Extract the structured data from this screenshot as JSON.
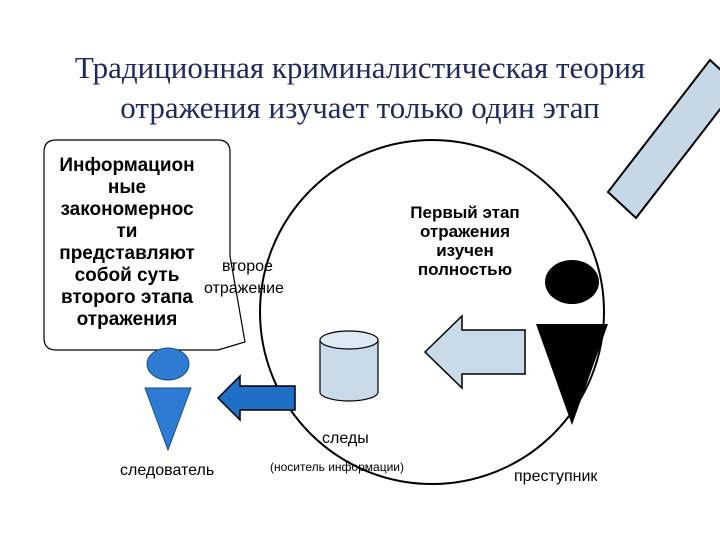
{
  "title": {
    "line1": "Традиционная криминалистическая теория",
    "line2": "отражения изучает только один этап"
  },
  "callout": {
    "lines": [
      "Информацион",
      "ные",
      "закономернос",
      "ти",
      "представляют",
      "собой суть",
      "второго этапа",
      "отражения"
    ]
  },
  "labels": {
    "second_line1": "второе",
    "second_line2": "отражение",
    "first_stage": [
      "Первый этап",
      "отражения",
      "изучен",
      "полностью"
    ],
    "traces": "следы",
    "carrier": "(носитель информации)",
    "investigator": "следователь",
    "criminal": "преступник"
  },
  "colors": {
    "figure_blue": "#2f7bd4",
    "arrow_blue": "#1e6fc8",
    "arrow_light": "#c9dbe8",
    "magnifier_fill": "#c6d8e6",
    "criminal": "#000000"
  }
}
